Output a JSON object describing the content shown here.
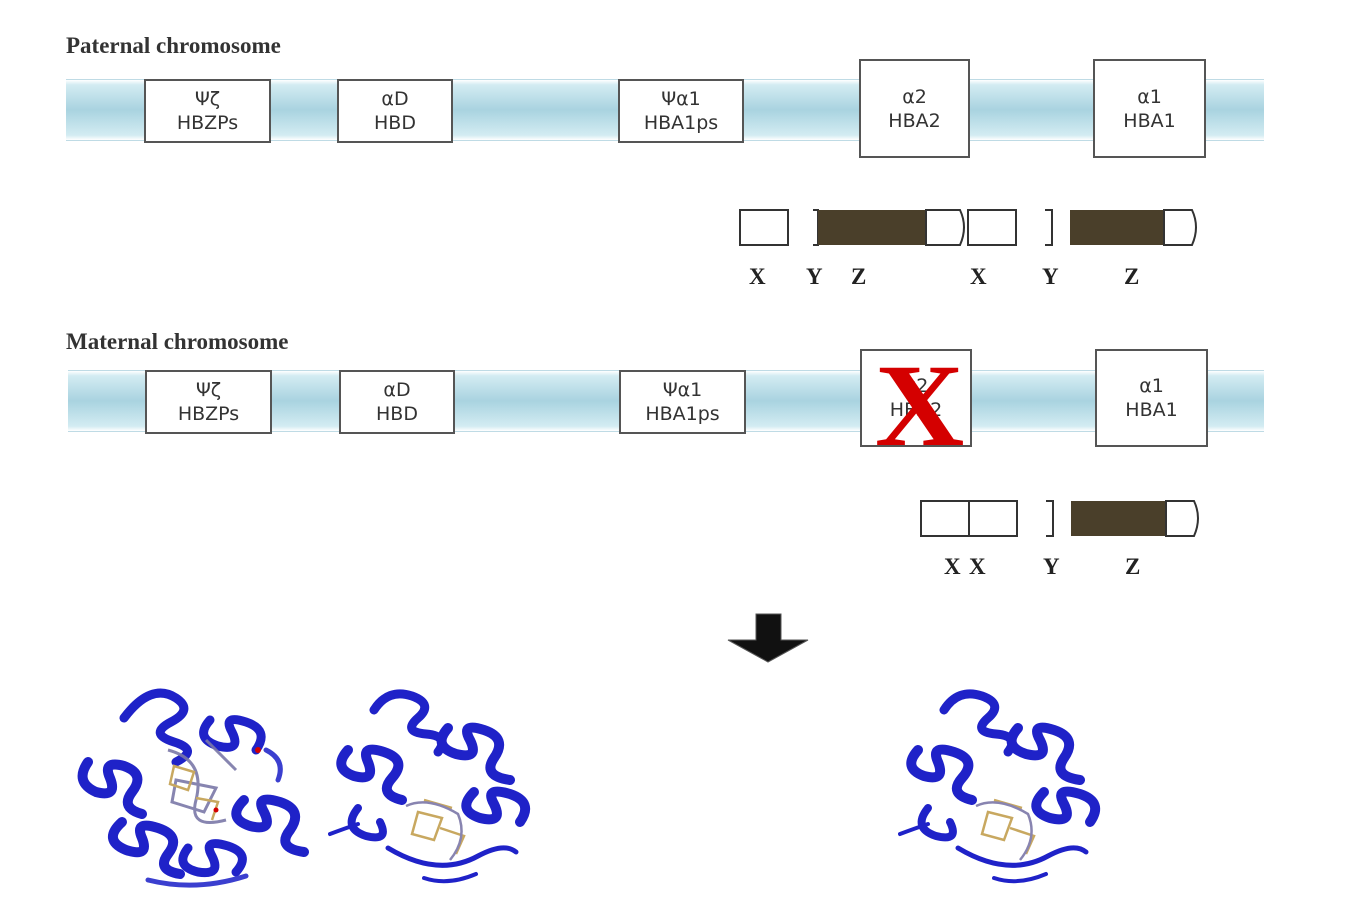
{
  "paternal": {
    "title": "Paternal chromosome",
    "genes": [
      {
        "symbol": "Ψζ",
        "name": "HBZPs"
      },
      {
        "symbol": "αD",
        "name": "HBD"
      },
      {
        "symbol": "Ψα1",
        "name": "HBA1ps"
      },
      {
        "symbol": "α2",
        "name": "HBA2"
      },
      {
        "symbol": "α1",
        "name": "HBA1"
      }
    ],
    "exon_labels": [
      "X",
      "Y",
      "Z",
      "X",
      "Y",
      "Z"
    ]
  },
  "maternal": {
    "title": "Maternal chromosome",
    "genes": [
      {
        "symbol": "Ψζ",
        "name": "HBZPs"
      },
      {
        "symbol": "αD",
        "name": "HBD"
      },
      {
        "symbol": "Ψα1",
        "name": "HBA1ps"
      },
      {
        "symbol": "α2",
        "name": "HBA2",
        "deleted": true
      },
      {
        "symbol": "α1",
        "name": "HBA1"
      }
    ],
    "deleted_mark": "X",
    "exon_labels": [
      "X",
      "X",
      "Y",
      "Z"
    ]
  },
  "colors": {
    "exon_fill": "#4a3f2a",
    "protein_blue": "#1f22c8",
    "deletion_red": "#d40000"
  },
  "icons": [
    "down-arrow-icon",
    "protein-structure-icon"
  ]
}
